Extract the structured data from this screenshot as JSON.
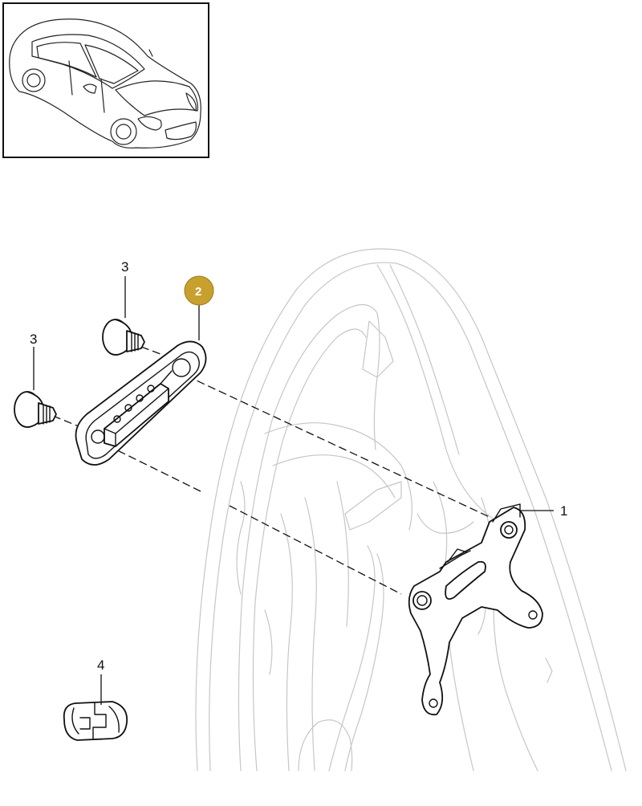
{
  "callouts": {
    "part_1": "1",
    "part_2": "2",
    "part_3_upper": "3",
    "part_3_lower": "3",
    "part_4": "4"
  },
  "colors": {
    "highlight_badge": "#c8a02e",
    "part_stroke": "#111111",
    "background_outline": "#c6c6c6"
  },
  "thumbnail": {
    "icon": "car-thumbnail-icon",
    "description_visible": false
  }
}
